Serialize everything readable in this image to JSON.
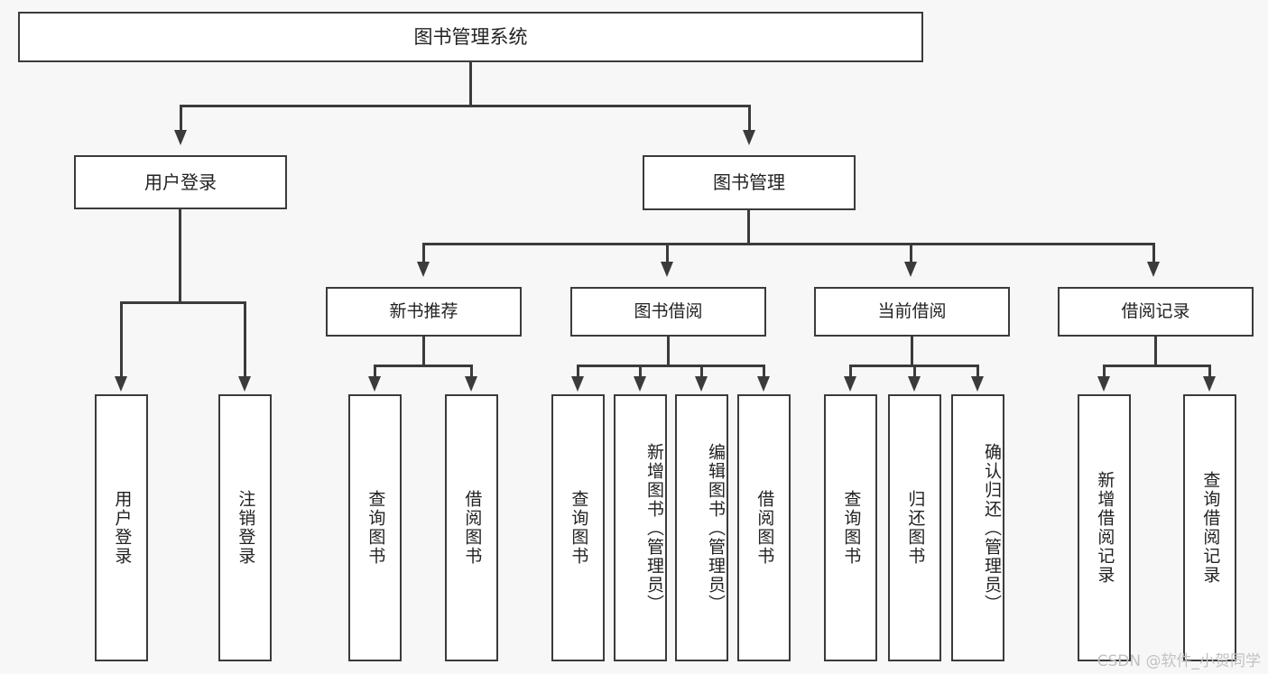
{
  "diagram": {
    "title": "图书管理系统",
    "type": "hierarchy-tree",
    "root": {
      "label": "图书管理系统"
    },
    "level1": [
      {
        "label": "用户登录"
      },
      {
        "label": "图书管理"
      }
    ],
    "level2": [
      {
        "label": "新书推荐"
      },
      {
        "label": "图书借阅"
      },
      {
        "label": "当前借阅"
      },
      {
        "label": "借阅记录"
      }
    ],
    "leaves": {
      "user_login": [
        {
          "label": "用户登录"
        },
        {
          "label": "注销登录"
        }
      ],
      "new_book": [
        {
          "label": "查询图书"
        },
        {
          "label": "借阅图书"
        }
      ],
      "borrow_book": [
        {
          "label": "查询图书"
        },
        {
          "label": "新增图书（管理员）"
        },
        {
          "label": "编辑图书（管理员）"
        },
        {
          "label": "借阅图书"
        }
      ],
      "current_borrow": [
        {
          "label": "查询图书"
        },
        {
          "label": "归还图书"
        },
        {
          "label": "确认归还（管理员）"
        }
      ],
      "borrow_record": [
        {
          "label": "新增借阅记录"
        },
        {
          "label": "查询借阅记录"
        }
      ]
    }
  },
  "watermark": {
    "text": "CSDN @软件_小贺同学"
  },
  "colors": {
    "background": "#f7f7f7",
    "box_fill": "#ffffff",
    "stroke": "#3b3b3b",
    "text": "#222222",
    "watermark": "#c2c2c2"
  }
}
